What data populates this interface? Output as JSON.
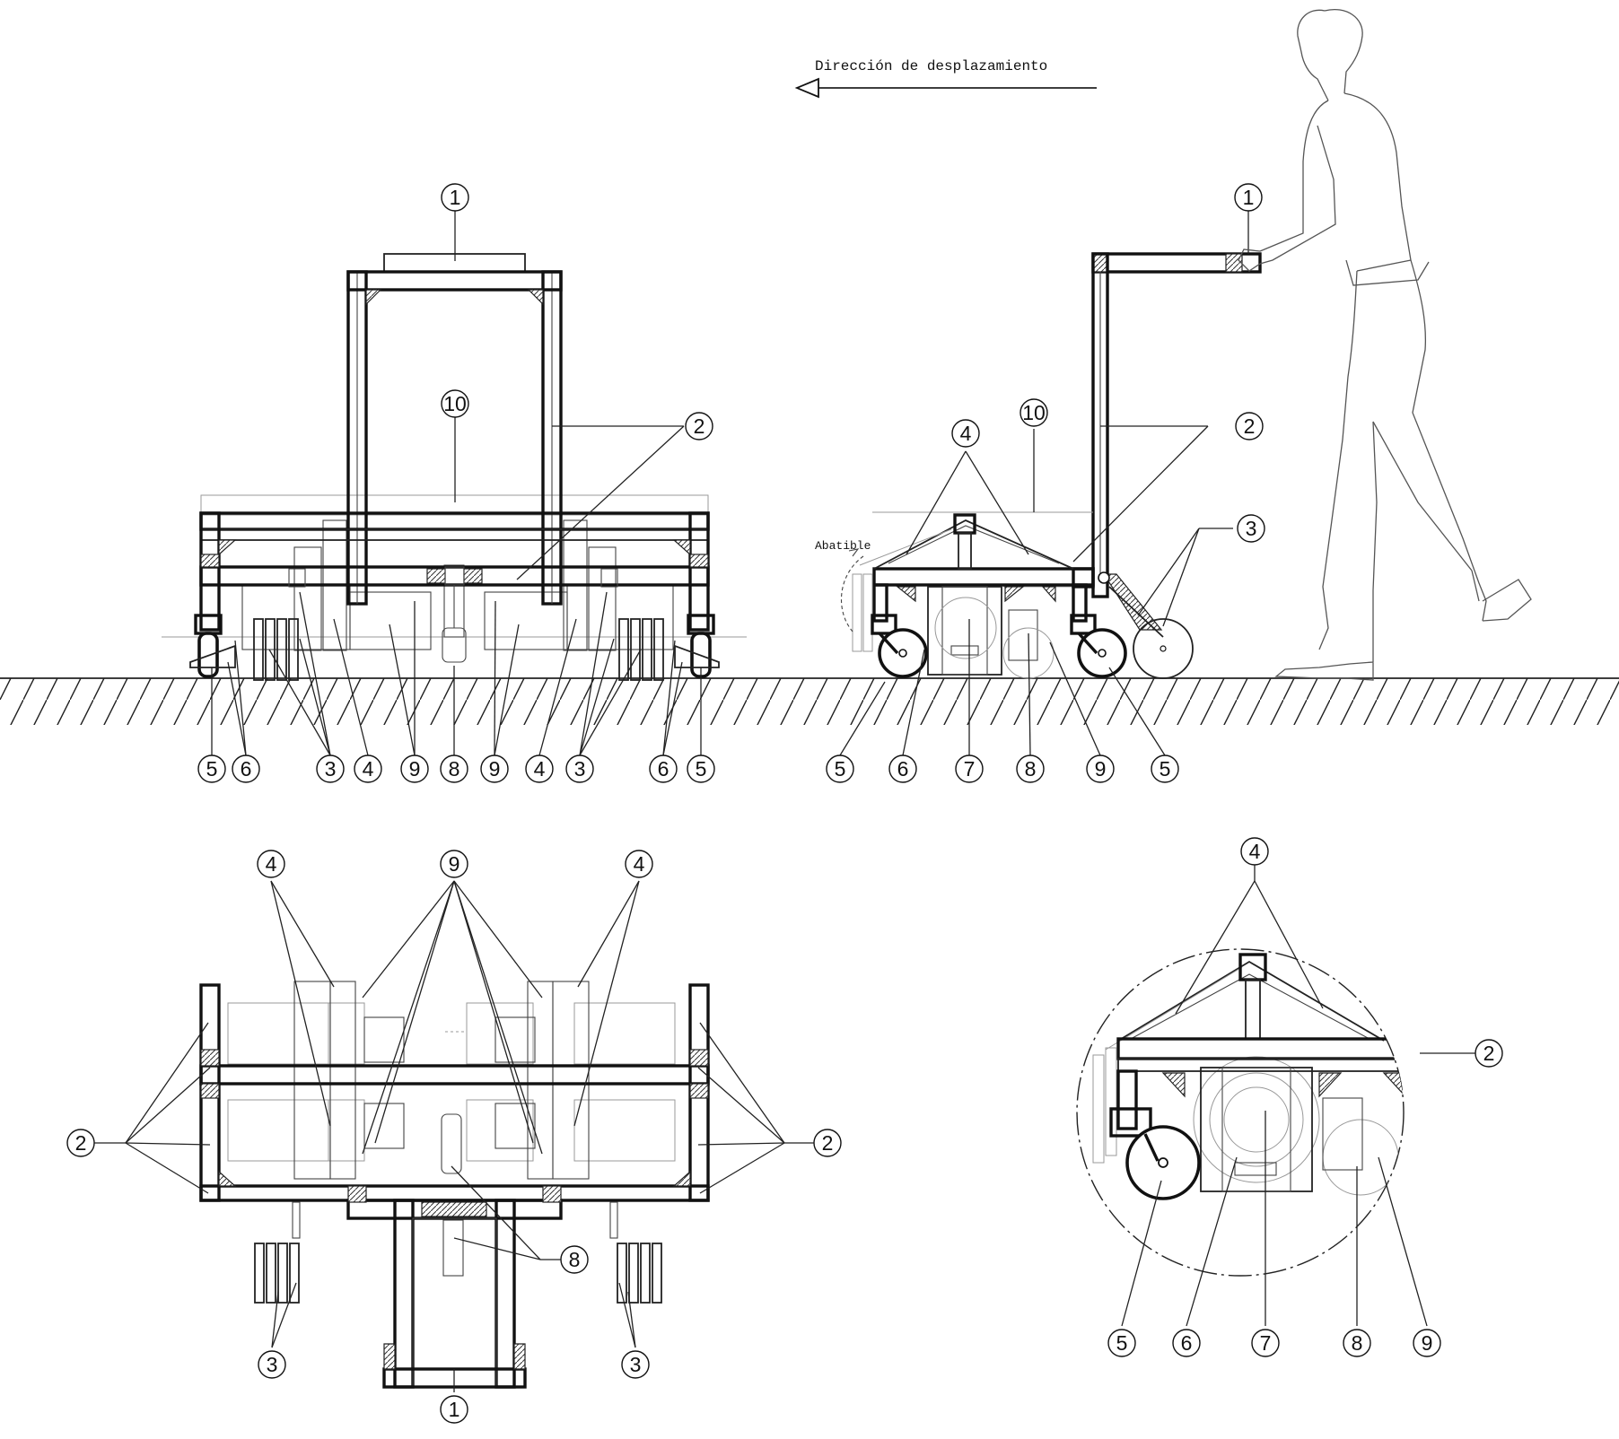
{
  "direction_label": "Dirección de desplazamiento",
  "abatible_label": "Abatible",
  "views": {
    "front": {
      "callouts": [
        "1",
        "2",
        "10",
        "5",
        "6",
        "3",
        "4",
        "9",
        "8",
        "9",
        "4",
        "3",
        "6",
        "5"
      ]
    },
    "side": {
      "callouts": [
        "1",
        "2",
        "3",
        "4",
        "10",
        "5",
        "6",
        "7",
        "8",
        "9",
        "5"
      ]
    },
    "top": {
      "callouts": [
        "4",
        "9",
        "4",
        "2",
        "2",
        "8",
        "3",
        "3",
        "1"
      ]
    },
    "detail": {
      "callouts": [
        "4",
        "2",
        "5",
        "6",
        "7",
        "8",
        "9"
      ]
    }
  },
  "colors": {
    "line": "#111111",
    "light_line": "#999999",
    "background": "#ffffff"
  }
}
